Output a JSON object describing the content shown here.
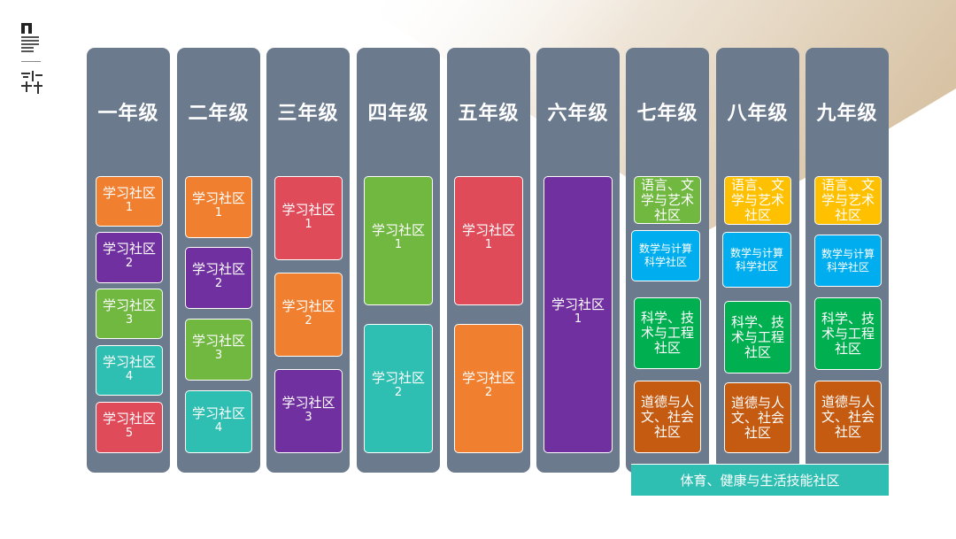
{
  "colors": {
    "column": "#6b7a8d",
    "orange": "#f08030",
    "purple": "#7030a0",
    "green": "#70b840",
    "teal": "#2fbfb2",
    "red": "#e04b5a",
    "yellow": "#ffc000",
    "blue": "#00aeef",
    "dark_green": "#00b050",
    "dark_orange": "#c55a11"
  },
  "grades": [
    {
      "title": "一年级",
      "boxes": [
        {
          "label": "学习社区",
          "num": "1"
        },
        {
          "label": "学习社区",
          "num": "2"
        },
        {
          "label": "学习社区",
          "num": "3"
        },
        {
          "label": "学习社区",
          "num": "4"
        },
        {
          "label": "学习社区",
          "num": "5"
        }
      ]
    },
    {
      "title": "二年级",
      "boxes": [
        {
          "label": "学习社区",
          "num": "1"
        },
        {
          "label": "学习社区",
          "num": "2"
        },
        {
          "label": "学习社区",
          "num": "3"
        },
        {
          "label": "学习社区",
          "num": "4"
        }
      ]
    },
    {
      "title": "三年级",
      "boxes": [
        {
          "label": "学习社区",
          "num": "1"
        },
        {
          "label": "学习社区",
          "num": "2"
        },
        {
          "label": "学习社区",
          "num": "3"
        }
      ]
    },
    {
      "title": "四年级",
      "boxes": [
        {
          "label": "学习社区",
          "num": "1"
        },
        {
          "label": "学习社区",
          "num": "2"
        }
      ]
    },
    {
      "title": "五年级",
      "boxes": [
        {
          "label": "学习社区",
          "num": "1"
        },
        {
          "label": "学习社区",
          "num": "2"
        }
      ]
    },
    {
      "title": "六年级",
      "boxes": [
        {
          "label": "学习社区",
          "num": "1"
        }
      ]
    },
    {
      "title": "七年级",
      "boxes": [
        {
          "label": "语言、文学与艺术社区"
        },
        {
          "label": "数学与计算科学社区"
        },
        {
          "label": "科学、技术与工程社区"
        },
        {
          "label": "道德与人文、社会社区"
        }
      ]
    },
    {
      "title": "八年级",
      "boxes": [
        {
          "label": "语言、文学与艺术社区"
        },
        {
          "label": "数学与计算科学社区"
        },
        {
          "label": "科学、技术与工程社区"
        },
        {
          "label": "道德与人文、社会社区"
        }
      ]
    },
    {
      "title": "九年级",
      "boxes": [
        {
          "label": "语言、文学与艺术社区"
        },
        {
          "label": "数学与计算科学社区"
        },
        {
          "label": "科学、技术与工程社区"
        },
        {
          "label": "道德与人文、社会社区"
        }
      ]
    }
  ],
  "bottom_bar": "体育、健康与生活技能社区"
}
